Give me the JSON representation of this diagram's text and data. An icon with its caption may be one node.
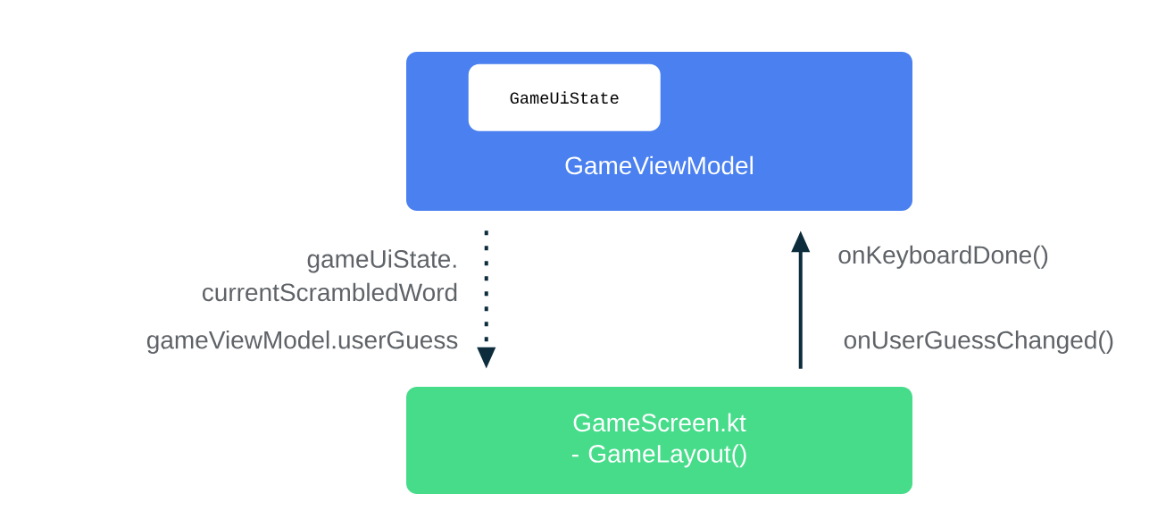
{
  "diagram": {
    "nodes": [
      {
        "text": [
          "GameViewModel"
        ]
      },
      {
        "text": [
          "GameUiState"
        ],
        "in": 0
      },
      {
        "text": [
          "GameScreen.kt - GameLayout()"
        ]
      }
    ],
    "edges": [
      {
        "from": 0,
        "to": 2,
        "arrow": "to",
        "style": "dashed",
        "label": "gameUiState. currentScrambledWord"
      },
      {
        "from": 2,
        "to": 0,
        "arrow": "to",
        "label": "onKeyboardDone()"
      }
    ],
    "labels": [
      "gameViewModel.userGuess",
      "onUserGuessChanged()"
    ]
  }
}
